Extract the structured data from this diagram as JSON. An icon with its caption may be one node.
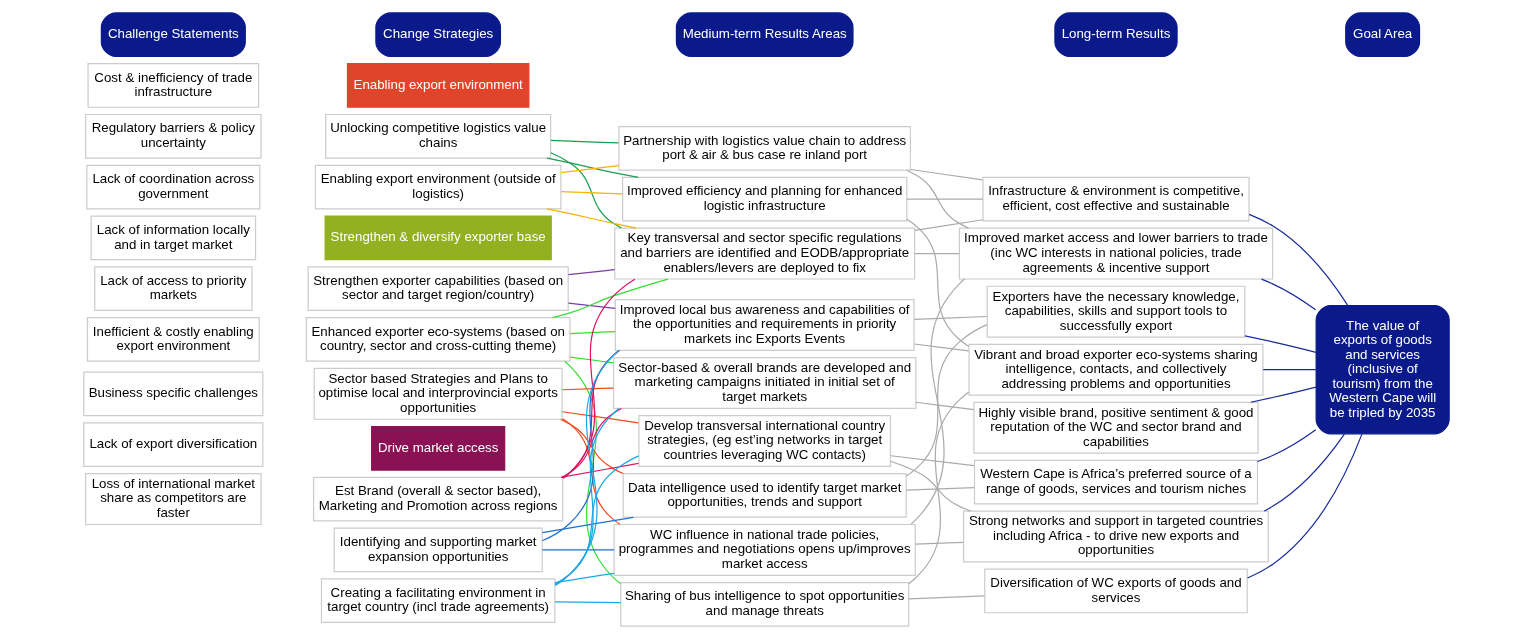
{
  "diagram": {
    "nodes": [
      {
        "text": [
          "Challenge Statements"
        ]
      },
      {
        "text": [
          "Change Strategies"
        ]
      },
      {
        "text": [
          "Medium-term Results Areas"
        ]
      },
      {
        "text": [
          "Long-term Results"
        ]
      },
      {
        "text": [
          "Goal Area"
        ]
      },
      {
        "text": [
          "Cost & inefficiency of trade infrastructure"
        ]
      },
      {
        "text": [
          "Regulatory barriers & policy uncertainty"
        ]
      },
      {
        "text": [
          "Lack of coordination across government"
        ]
      },
      {
        "text": [
          "Lack of information locally and in target market"
        ]
      },
      {
        "text": [
          "Lack of access to priority markets"
        ]
      },
      {
        "text": [
          "Inefficient & costly enabling export environment"
        ]
      },
      {
        "text": [
          "Business specific challenges"
        ]
      },
      {
        "text": [
          "Lack of export diversification"
        ]
      },
      {
        "text": [
          "Loss of international market share as competitors are faster"
        ]
      },
      {
        "text": [
          "Enabling export environment"
        ]
      },
      {
        "text": [
          "Unlocking competitive logistics value chains"
        ]
      },
      {
        "text": [
          "Enabling export environment (outside of logistics)"
        ]
      },
      {
        "text": [
          "Strengthen & diversify exporter base"
        ]
      },
      {
        "text": [
          "Strengthen exporter capabilities (based on sector and target region/country)"
        ]
      },
      {
        "text": [
          "Enhanced exporter eco-systems (based on country, sector and cross-cutting theme)"
        ]
      },
      {
        "text": [
          "Sector based Strategies and Plans to optimise local and interprovincial exports opportunities"
        ]
      },
      {
        "text": [
          "Drive market access"
        ]
      },
      {
        "text": [
          "Est Brand (overall & sector based), Marketing and Promotion across regions"
        ]
      },
      {
        "text": [
          "Identifying and supporting market expansion opportunities"
        ]
      },
      {
        "text": [
          "Creating a facilitating environment in target country (incl trade agreements)"
        ]
      },
      {
        "text": [
          "Partnership with logistics value chain to address port & air & bus case re inland port"
        ]
      },
      {
        "text": [
          "Improved efficiency and planning for enhanced logistic infrastructure"
        ]
      },
      {
        "text": [
          "Key transversal and sector specific regulations and barriers are identified and EODB/appropriate enablers/levers are deployed to fix"
        ]
      },
      {
        "text": [
          "Improved local bus awareness and capabilities of the opportunities and requirements in priority markets inc Exports Events"
        ]
      },
      {
        "text": [
          "Sector-based & overall brands are developed and marketing campaigns initiated in initial set of target markets"
        ]
      },
      {
        "text": [
          "Develop transversal international country strategies, (eg est’ing networks in target countries leveraging WC contacts)"
        ]
      },
      {
        "text": [
          "Data intelligence used to identify target market opportunities, trends and support"
        ]
      },
      {
        "text": [
          "WC influence in national trade policies, programmes and negotiations opens up/improves market access"
        ]
      },
      {
        "text": [
          "Sharing of bus intelligence to spot opportunities and manage threats"
        ]
      },
      {
        "text": [
          "Infrastructure & environment is competitive, efficient, cost effective and sustainable"
        ]
      },
      {
        "text": [
          "Improved market access and lower barriers to trade (inc WC interests in national policies, trade agreements & incentive support"
        ]
      },
      {
        "text": [
          "Exporters have the necessary knowledge, capabilities, skills and support tools to successfully export"
        ]
      },
      {
        "text": [
          "Vibrant and broad exporter eco-systems sharing intelligence, contacts, and collectively addressing problems and opportunities"
        ]
      },
      {
        "text": [
          "Highly visible brand, positive sentiment & good reputation of the WC and sector brand and capabilities"
        ]
      },
      {
        "text": [
          "Western Cape is Africa’s preferred source of a range of goods, services and tourism niches"
        ]
      },
      {
        "text": [
          "Strong networks and support in targeted countries including Africa - to drive new exports and opportunities"
        ]
      },
      {
        "text": [
          "Diversification of WC exports of goods and services"
        ]
      },
      {
        "text": [
          "The value of exports of goods and services (inclusive of tourism) from the Western Cape will be tripled by 2035"
        ]
      }
    ],
    "edges": [
      {
        "from": 15,
        "to": 25,
        "arrow": "none",
        "color": "#1a9e50"
      },
      {
        "from": 15,
        "to": 26,
        "arrow": "none",
        "color": "#1a9e50"
      },
      {
        "from": 15,
        "to": 27,
        "arrow": "none",
        "color": "#1a9e50"
      },
      {
        "from": 16,
        "to": 25,
        "arrow": "none",
        "color": "#f4b400"
      },
      {
        "from": 16,
        "to": 26,
        "arrow": "none",
        "color": "#f4b400"
      },
      {
        "from": 16,
        "to": 27,
        "arrow": "none",
        "color": "#f4b400"
      },
      {
        "from": 18,
        "to": 27,
        "arrow": "none",
        "color": "#7b3fa8"
      },
      {
        "from": 18,
        "to": 28,
        "arrow": "none",
        "color": "#7b3fa8"
      },
      {
        "from": 19,
        "to": 27,
        "arrow": "none",
        "color": "#33dd33"
      },
      {
        "from": 19,
        "to": 28,
        "arrow": "none",
        "color": "#33dd33"
      },
      {
        "from": 19,
        "to": 29,
        "arrow": "none",
        "color": "#33dd33"
      },
      {
        "from": 19,
        "to": 33,
        "arrow": "none",
        "color": "#33dd33"
      },
      {
        "from": 20,
        "to": 29,
        "arrow": "none",
        "color": "#f04a1e"
      },
      {
        "from": 20,
        "to": 30,
        "arrow": "none",
        "color": "#f04a1e"
      },
      {
        "from": 20,
        "to": 31,
        "arrow": "none",
        "color": "#f04a1e"
      },
      {
        "from": 20,
        "to": 32,
        "arrow": "none",
        "color": "#f04a1e"
      },
      {
        "from": 22,
        "to": 27,
        "arrow": "none",
        "color": "#e0115f"
      },
      {
        "from": 22,
        "to": 28,
        "arrow": "none",
        "color": "#e0115f"
      },
      {
        "from": 22,
        "to": 29,
        "arrow": "none",
        "color": "#e0115f"
      },
      {
        "from": 22,
        "to": 30,
        "arrow": "none",
        "color": "#e0115f"
      },
      {
        "from": 23,
        "to": 28,
        "arrow": "none",
        "color": "#1f6fd0"
      },
      {
        "from": 23,
        "to": 31,
        "arrow": "none",
        "color": "#1f6fd0"
      },
      {
        "from": 23,
        "to": 32,
        "arrow": "none",
        "color": "#1f6fd0"
      },
      {
        "from": 24,
        "to": 28,
        "arrow": "none",
        "color": "#1aa8e8"
      },
      {
        "from": 24,
        "to": 29,
        "arrow": "none",
        "color": "#1aa8e8"
      },
      {
        "from": 24,
        "to": 30,
        "arrow": "none",
        "color": "#1aa8e8"
      },
      {
        "from": 24,
        "to": 32,
        "arrow": "none",
        "color": "#1aa8e8"
      },
      {
        "from": 24,
        "to": 33,
        "arrow": "none",
        "color": "#1aa8e8"
      },
      {
        "from": 25,
        "to": 34,
        "arrow": "none"
      },
      {
        "from": 25,
        "to": 35,
        "arrow": "none"
      },
      {
        "from": 26,
        "to": 34,
        "arrow": "none"
      },
      {
        "from": 26,
        "to": 37,
        "arrow": "none"
      },
      {
        "from": 27,
        "to": 34,
        "arrow": "none"
      },
      {
        "from": 27,
        "to": 35,
        "arrow": "none"
      },
      {
        "from": 28,
        "to": 36,
        "arrow": "none"
      },
      {
        "from": 28,
        "to": 37,
        "arrow": "none"
      },
      {
        "from": 29,
        "to": 38,
        "arrow": "none"
      },
      {
        "from": 30,
        "to": 39,
        "arrow": "none"
      },
      {
        "from": 30,
        "to": 40,
        "arrow": "none"
      },
      {
        "from": 31,
        "to": 36,
        "arrow": "none"
      },
      {
        "from": 31,
        "to": 39,
        "arrow": "none"
      },
      {
        "from": 32,
        "to": 35,
        "arrow": "none"
      },
      {
        "from": 32,
        "to": 40,
        "arrow": "none"
      },
      {
        "from": 33,
        "to": 37,
        "arrow": "none"
      },
      {
        "from": 33,
        "to": 41,
        "arrow": "none"
      },
      {
        "from": 34,
        "to": 42,
        "arrow": "none",
        "color": "#1a2a9a"
      },
      {
        "from": 35,
        "to": 42,
        "arrow": "none",
        "color": "#1a2a9a"
      },
      {
        "from": 36,
        "to": 42,
        "arrow": "none",
        "color": "#1a2a9a"
      },
      {
        "from": 37,
        "to": 42,
        "arrow": "none",
        "color": "#1a2a9a"
      },
      {
        "from": 38,
        "to": 42,
        "arrow": "none",
        "color": "#1a2a9a"
      },
      {
        "from": 39,
        "to": 42,
        "arrow": "none",
        "color": "#1a2a9a"
      },
      {
        "from": 40,
        "to": 42,
        "arrow": "none",
        "color": "#1a2a9a"
      },
      {
        "from": 41,
        "to": 42,
        "arrow": "none",
        "color": "#1a2a9a"
      }
    ]
  }
}
